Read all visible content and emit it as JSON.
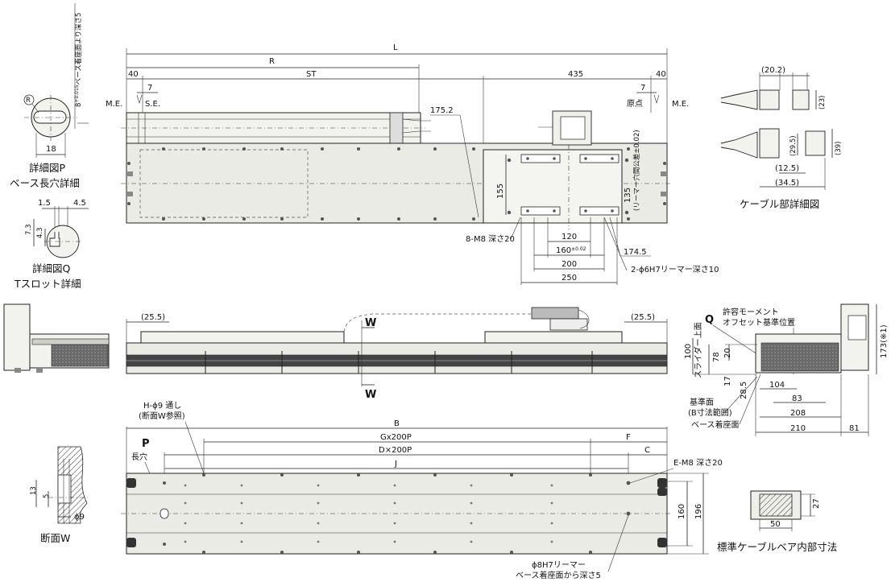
{
  "top_view": {
    "L": "L",
    "R": "R",
    "ST": "ST",
    "d40_left": "40",
    "d435": "435",
    "d40_right": "40",
    "d7_left": "7",
    "d7_right": "7",
    "me_left": "M.E.",
    "se": "S.E.",
    "origin": "原点",
    "me_right": "M.E.",
    "d175_2": "175.2",
    "d155": "155",
    "d135": "135",
    "reamer_pitch": "(リーマー穴間公差±0.02)",
    "m8_label": "8-M8 深さ20",
    "d120": "120",
    "d160": "160",
    "tol160": "±0.02",
    "d174_5": "174.5",
    "d200": "200",
    "d250": "250",
    "reamer_label": "2-ϕ6H7リーマー深さ10"
  },
  "detail_p": {
    "depth_label": "8",
    "depth_tol": "+0.015",
    "depth_tol_low": "0",
    "depth_text": "ベース着座面より深さ5",
    "r_label": "R",
    "d18": "18",
    "title1": "詳細図P",
    "title2": "ベース長穴詳細"
  },
  "detail_q": {
    "d1_5": "1.5",
    "d4_5": "4.5",
    "d7_3": "7.3",
    "d4_3": "4.3",
    "title1": "詳細図Q",
    "title2": "Tスロット詳細"
  },
  "cable_detail": {
    "d20_2": "(20.2)",
    "d23": "(23)",
    "d29_5": "(29.5)",
    "d39": "(39)",
    "d12_5": "(12.5)",
    "d34_5": "(34.5)",
    "title": "ケーブル部詳細図"
  },
  "side_view": {
    "d25_5_left": "(25.5)",
    "d25_5_right": "(25.5)",
    "w_top": "W",
    "w_bottom": "W"
  },
  "end_view": {
    "q": "Q",
    "moment_label1": "許容モーメント",
    "moment_label2": "オフセット基準位置",
    "d100": "100",
    "slider_top": "スライダー上面",
    "d78": "78",
    "d20": "20",
    "d17": "17",
    "d28_5": "28.5",
    "d173": "173(※1)",
    "d104": "104",
    "d83": "83",
    "d208": "208",
    "d210": "210",
    "d81": "81",
    "ref_surface": "基準面",
    "b_range": "(B寸法範囲)",
    "base_seat": "ベース着座面"
  },
  "bottom_view": {
    "h_label": "H-ϕ9 通し",
    "h_ref": "(断面W参照)",
    "B": "B",
    "G": "Gx200P",
    "F": "F",
    "D": "D×200P",
    "C": "C",
    "J": "J",
    "P": "P",
    "slot": "長穴",
    "em8": "E-M8 深さ20",
    "d160": "160",
    "d196": "196",
    "reamer1": "ϕ8H7リーマー",
    "reamer2": "ベース着座面から深さ5"
  },
  "section_w": {
    "d13": "13",
    "d5": "5",
    "d9": "ϕ9",
    "title": "断面W"
  },
  "cable_bear": {
    "d27": "27",
    "d50": "50",
    "title": "標準ケーブルベア内部寸法"
  }
}
